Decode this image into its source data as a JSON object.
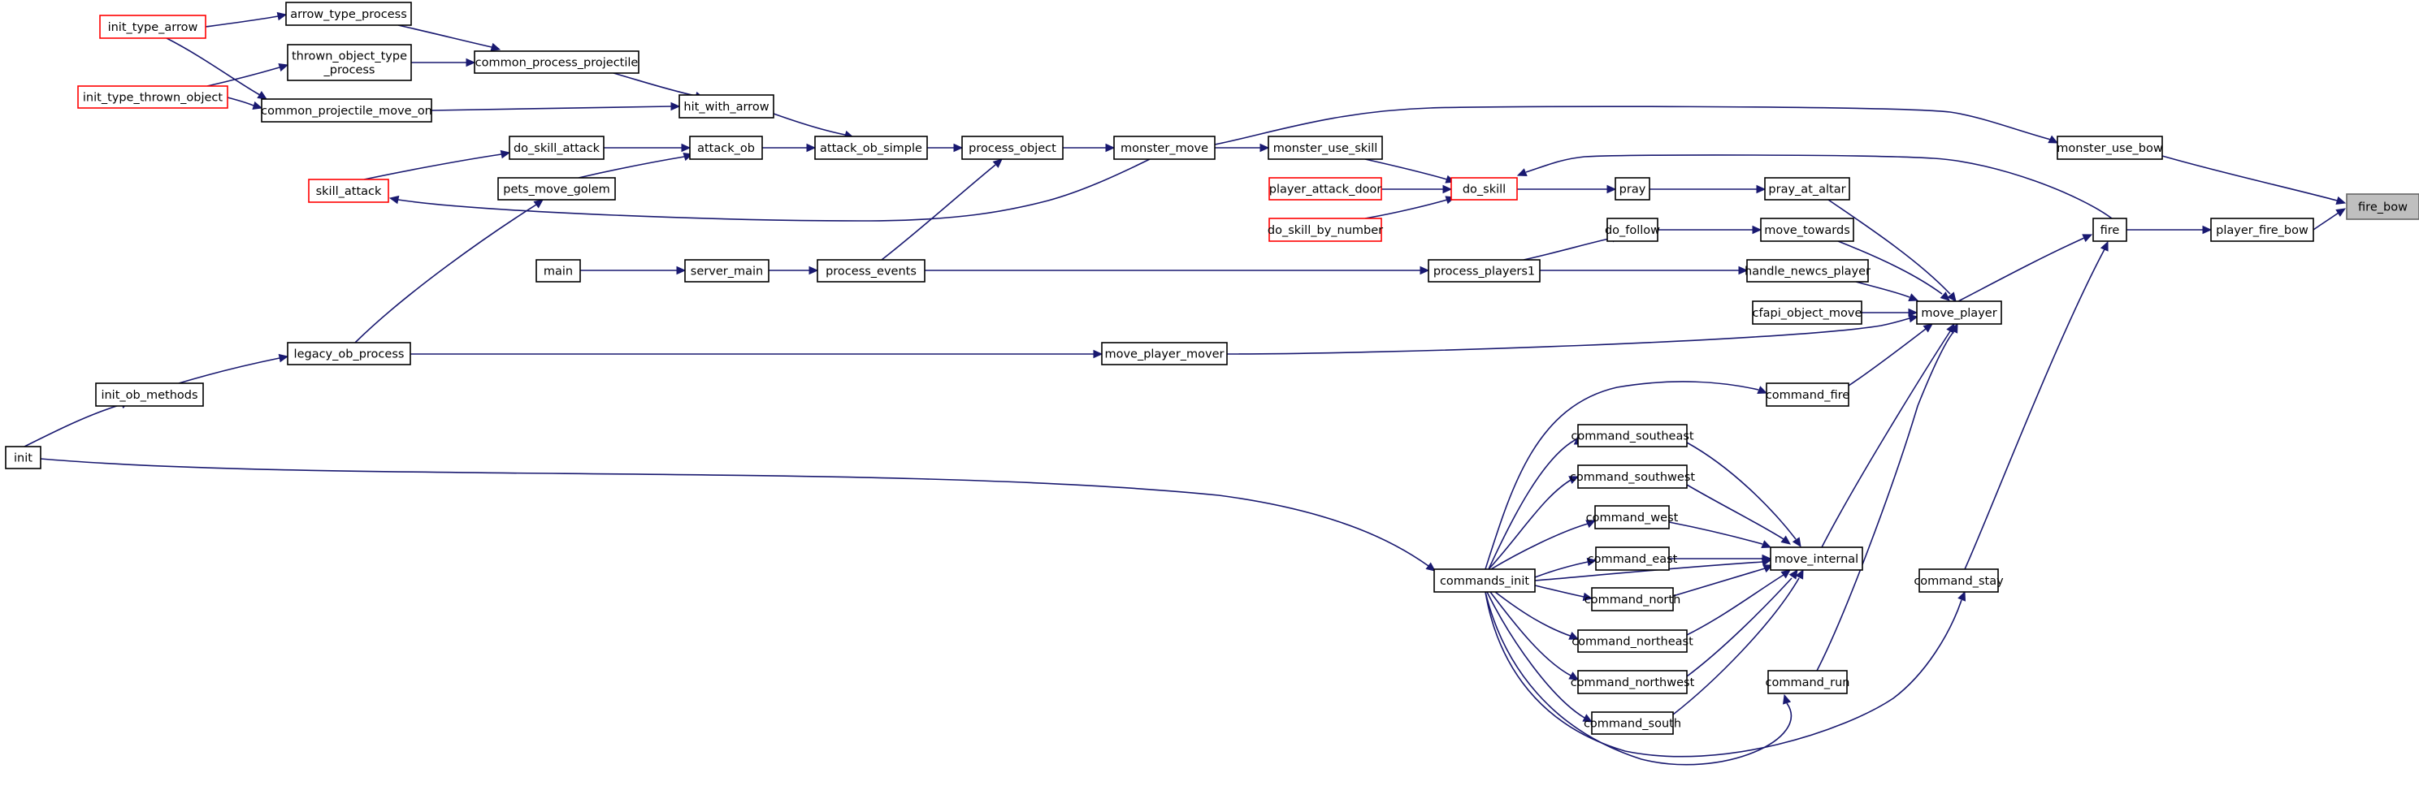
{
  "graph": {
    "root": "fire_bow",
    "nodes": [
      {
        "id": "fire_bow",
        "label": "fire_bow",
        "root": true
      },
      {
        "id": "player_fire_bow",
        "label": "player_fire_bow"
      },
      {
        "id": "monster_use_bow",
        "label": "monster_use_bow"
      },
      {
        "id": "fire",
        "label": "fire"
      },
      {
        "id": "monster_move",
        "label": "monster_move"
      },
      {
        "id": "move_player",
        "label": "move_player"
      },
      {
        "id": "command_stay",
        "label": "command_stay"
      },
      {
        "id": "process_object",
        "label": "process_object"
      },
      {
        "id": "pray_at_altar",
        "label": "pray_at_altar"
      },
      {
        "id": "move_towards",
        "label": "move_towards"
      },
      {
        "id": "handle_newcs_player",
        "label": "handle_newcs_player"
      },
      {
        "id": "cfapi_object_move",
        "label": "cfapi_object_move"
      },
      {
        "id": "move_player_mover",
        "label": "move_player_mover"
      },
      {
        "id": "command_fire",
        "label": "command_fire"
      },
      {
        "id": "move_internal",
        "label": "move_internal"
      },
      {
        "id": "command_run",
        "label": "command_run"
      },
      {
        "id": "attack_ob_simple",
        "label": "attack_ob_simple"
      },
      {
        "id": "process_events",
        "label": "process_events"
      },
      {
        "id": "pray",
        "label": "pray"
      },
      {
        "id": "do_follow",
        "label": "do_follow"
      },
      {
        "id": "process_players1",
        "label": "process_players1"
      },
      {
        "id": "legacy_ob_process",
        "label": "legacy_ob_process"
      },
      {
        "id": "commands_init",
        "label": "commands_init"
      },
      {
        "id": "command_southeast",
        "label": "command_southeast"
      },
      {
        "id": "command_southwest",
        "label": "command_southwest"
      },
      {
        "id": "command_west",
        "label": "command_west"
      },
      {
        "id": "command_east",
        "label": "command_east"
      },
      {
        "id": "command_north",
        "label": "command_north"
      },
      {
        "id": "command_northeast",
        "label": "command_northeast"
      },
      {
        "id": "command_northwest",
        "label": "command_northwest"
      },
      {
        "id": "command_south",
        "label": "command_south"
      },
      {
        "id": "attack_ob",
        "label": "attack_ob"
      },
      {
        "id": "hit_with_arrow",
        "label": "hit_with_arrow"
      },
      {
        "id": "server_main",
        "label": "server_main"
      },
      {
        "id": "do_skill",
        "label": "do_skill",
        "truncated": true
      },
      {
        "id": "init_ob_methods",
        "label": "init_ob_methods"
      },
      {
        "id": "init",
        "label": "init"
      },
      {
        "id": "do_skill_attack",
        "label": "do_skill_attack"
      },
      {
        "id": "pets_move_golem",
        "label": "pets_move_golem"
      },
      {
        "id": "common_process_projectile",
        "label": "common_process_projectile"
      },
      {
        "id": "common_projectile_move_on",
        "label": "common_projectile_move_on"
      },
      {
        "id": "main",
        "label": "main"
      },
      {
        "id": "monster_use_skill",
        "label": "monster_use_skill"
      },
      {
        "id": "player_attack_door",
        "label": "player_attack_door",
        "truncated": true
      },
      {
        "id": "do_skill_by_number",
        "label": "do_skill_by_number",
        "truncated": true
      },
      {
        "id": "skill_attack",
        "label": "skill_attack",
        "truncated": true
      },
      {
        "id": "arrow_type_process",
        "label": "arrow_type_process"
      },
      {
        "id": "thrown_object_type_process",
        "label": "thrown_object_type\n_process"
      },
      {
        "id": "init_type_arrow",
        "label": "init_type_arrow",
        "truncated": true
      },
      {
        "id": "init_type_thrown_object",
        "label": "init_type_thrown_object",
        "truncated": true
      }
    ],
    "edges": [
      {
        "from": "player_fire_bow",
        "to": "fire_bow"
      },
      {
        "from": "monster_use_bow",
        "to": "fire_bow"
      },
      {
        "from": "fire",
        "to": "player_fire_bow"
      },
      {
        "from": "monster_move",
        "to": "monster_use_bow"
      },
      {
        "from": "move_player",
        "to": "fire"
      },
      {
        "from": "command_stay",
        "to": "fire"
      },
      {
        "from": "fire",
        "to": "do_skill"
      },
      {
        "from": "process_object",
        "to": "monster_move"
      },
      {
        "from": "monster_move",
        "to": "monster_use_skill"
      },
      {
        "from": "monster_move",
        "to": "skill_attack"
      },
      {
        "from": "pray_at_altar",
        "to": "move_player"
      },
      {
        "from": "move_towards",
        "to": "move_player"
      },
      {
        "from": "handle_newcs_player",
        "to": "move_player"
      },
      {
        "from": "cfapi_object_move",
        "to": "move_player"
      },
      {
        "from": "move_player_mover",
        "to": "move_player"
      },
      {
        "from": "command_fire",
        "to": "move_player"
      },
      {
        "from": "move_internal",
        "to": "move_player"
      },
      {
        "from": "command_run",
        "to": "move_player"
      },
      {
        "from": "attack_ob_simple",
        "to": "process_object"
      },
      {
        "from": "process_events",
        "to": "process_object"
      },
      {
        "from": "pray",
        "to": "pray_at_altar"
      },
      {
        "from": "do_follow",
        "to": "move_towards"
      },
      {
        "from": "process_players1",
        "to": "do_follow"
      },
      {
        "from": "process_players1",
        "to": "handle_newcs_player"
      },
      {
        "from": "legacy_ob_process",
        "to": "move_player_mover"
      },
      {
        "from": "commands_init",
        "to": "command_fire"
      },
      {
        "from": "commands_init",
        "to": "command_stay"
      },
      {
        "from": "commands_init",
        "to": "command_run"
      },
      {
        "from": "command_southeast",
        "to": "move_internal"
      },
      {
        "from": "command_southwest",
        "to": "move_internal"
      },
      {
        "from": "command_west",
        "to": "move_internal"
      },
      {
        "from": "command_east",
        "to": "move_internal"
      },
      {
        "from": "command_north",
        "to": "move_internal"
      },
      {
        "from": "command_northeast",
        "to": "move_internal"
      },
      {
        "from": "command_northwest",
        "to": "move_internal"
      },
      {
        "from": "command_south",
        "to": "move_internal"
      },
      {
        "from": "commands_init",
        "to": "move_internal"
      },
      {
        "from": "commands_init",
        "to": "command_southeast"
      },
      {
        "from": "commands_init",
        "to": "command_southwest"
      },
      {
        "from": "commands_init",
        "to": "command_west"
      },
      {
        "from": "commands_init",
        "to": "command_east"
      },
      {
        "from": "commands_init",
        "to": "command_north"
      },
      {
        "from": "commands_init",
        "to": "command_northeast"
      },
      {
        "from": "commands_init",
        "to": "command_northwest"
      },
      {
        "from": "commands_init",
        "to": "command_south"
      },
      {
        "from": "attack_ob",
        "to": "attack_ob_simple"
      },
      {
        "from": "hit_with_arrow",
        "to": "attack_ob_simple"
      },
      {
        "from": "server_main",
        "to": "process_events"
      },
      {
        "from": "process_events",
        "to": "process_players1"
      },
      {
        "from": "do_skill",
        "to": "pray"
      },
      {
        "from": "legacy_ob_process",
        "to": "pets_move_golem"
      },
      {
        "from": "init_ob_methods",
        "to": "legacy_ob_process"
      },
      {
        "from": "init",
        "to": "init_ob_methods"
      },
      {
        "from": "init",
        "to": "commands_init"
      },
      {
        "from": "do_skill_attack",
        "to": "attack_ob"
      },
      {
        "from": "pets_move_golem",
        "to": "attack_ob"
      },
      {
        "from": "common_process_projectile",
        "to": "hit_with_arrow"
      },
      {
        "from": "common_projectile_move_on",
        "to": "hit_with_arrow"
      },
      {
        "from": "main",
        "to": "server_main"
      },
      {
        "from": "monster_use_skill",
        "to": "do_skill"
      },
      {
        "from": "player_attack_door",
        "to": "do_skill"
      },
      {
        "from": "do_skill_by_number",
        "to": "do_skill"
      },
      {
        "from": "skill_attack",
        "to": "do_skill_attack"
      },
      {
        "from": "arrow_type_process",
        "to": "common_process_projectile"
      },
      {
        "from": "thrown_object_type_process",
        "to": "common_process_projectile"
      },
      {
        "from": "init_type_arrow",
        "to": "arrow_type_process"
      },
      {
        "from": "init_type_arrow",
        "to": "common_projectile_move_on"
      },
      {
        "from": "init_type_thrown_object",
        "to": "thrown_object_type_process"
      },
      {
        "from": "init_type_thrown_object",
        "to": "common_projectile_move_on"
      }
    ]
  },
  "colors": {
    "edge": "#191970",
    "node_border": "#000000",
    "truncated_border": "#ff0000",
    "root_fill": "#bfbfbf",
    "root_border": "#666666",
    "background": "#ffffff"
  }
}
